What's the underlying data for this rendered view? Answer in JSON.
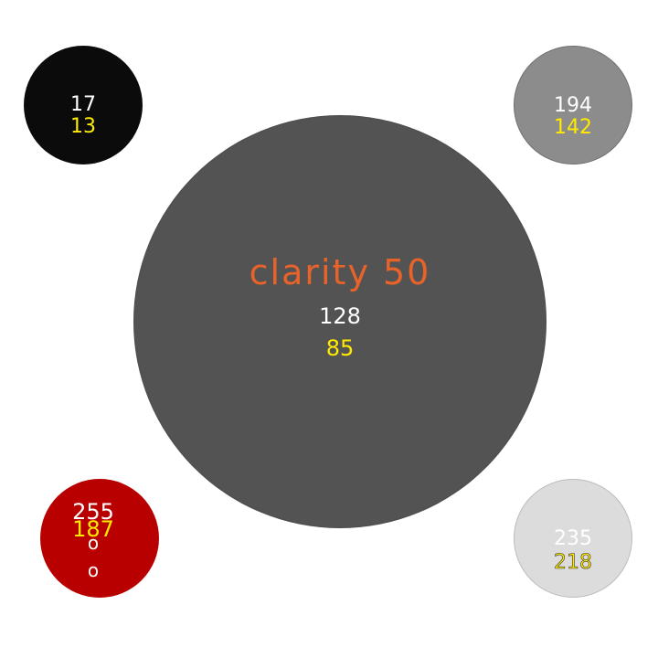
{
  "theme": {
    "page_background": "#ffffff",
    "primary_text_color": "#ffffff",
    "secondary_text_color": "#ffea00",
    "title_color": "#e8632a"
  },
  "circles": {
    "top_left": {
      "fill": "#0b0b0b",
      "primary": "17",
      "secondary": "13"
    },
    "top_right": {
      "fill": "#8c8c8c",
      "primary": "194",
      "secondary": "142"
    },
    "center": {
      "fill": "#535353",
      "title": "clarity 50",
      "primary": "128",
      "secondary": "85"
    },
    "bottom_left": {
      "fill": "#b80000",
      "primary": "255",
      "secondary": "187",
      "mark_top": "o",
      "mark_bottom": "o"
    },
    "bottom_right": {
      "fill": "#dcdcdc",
      "primary": "235",
      "secondary": "218"
    }
  }
}
